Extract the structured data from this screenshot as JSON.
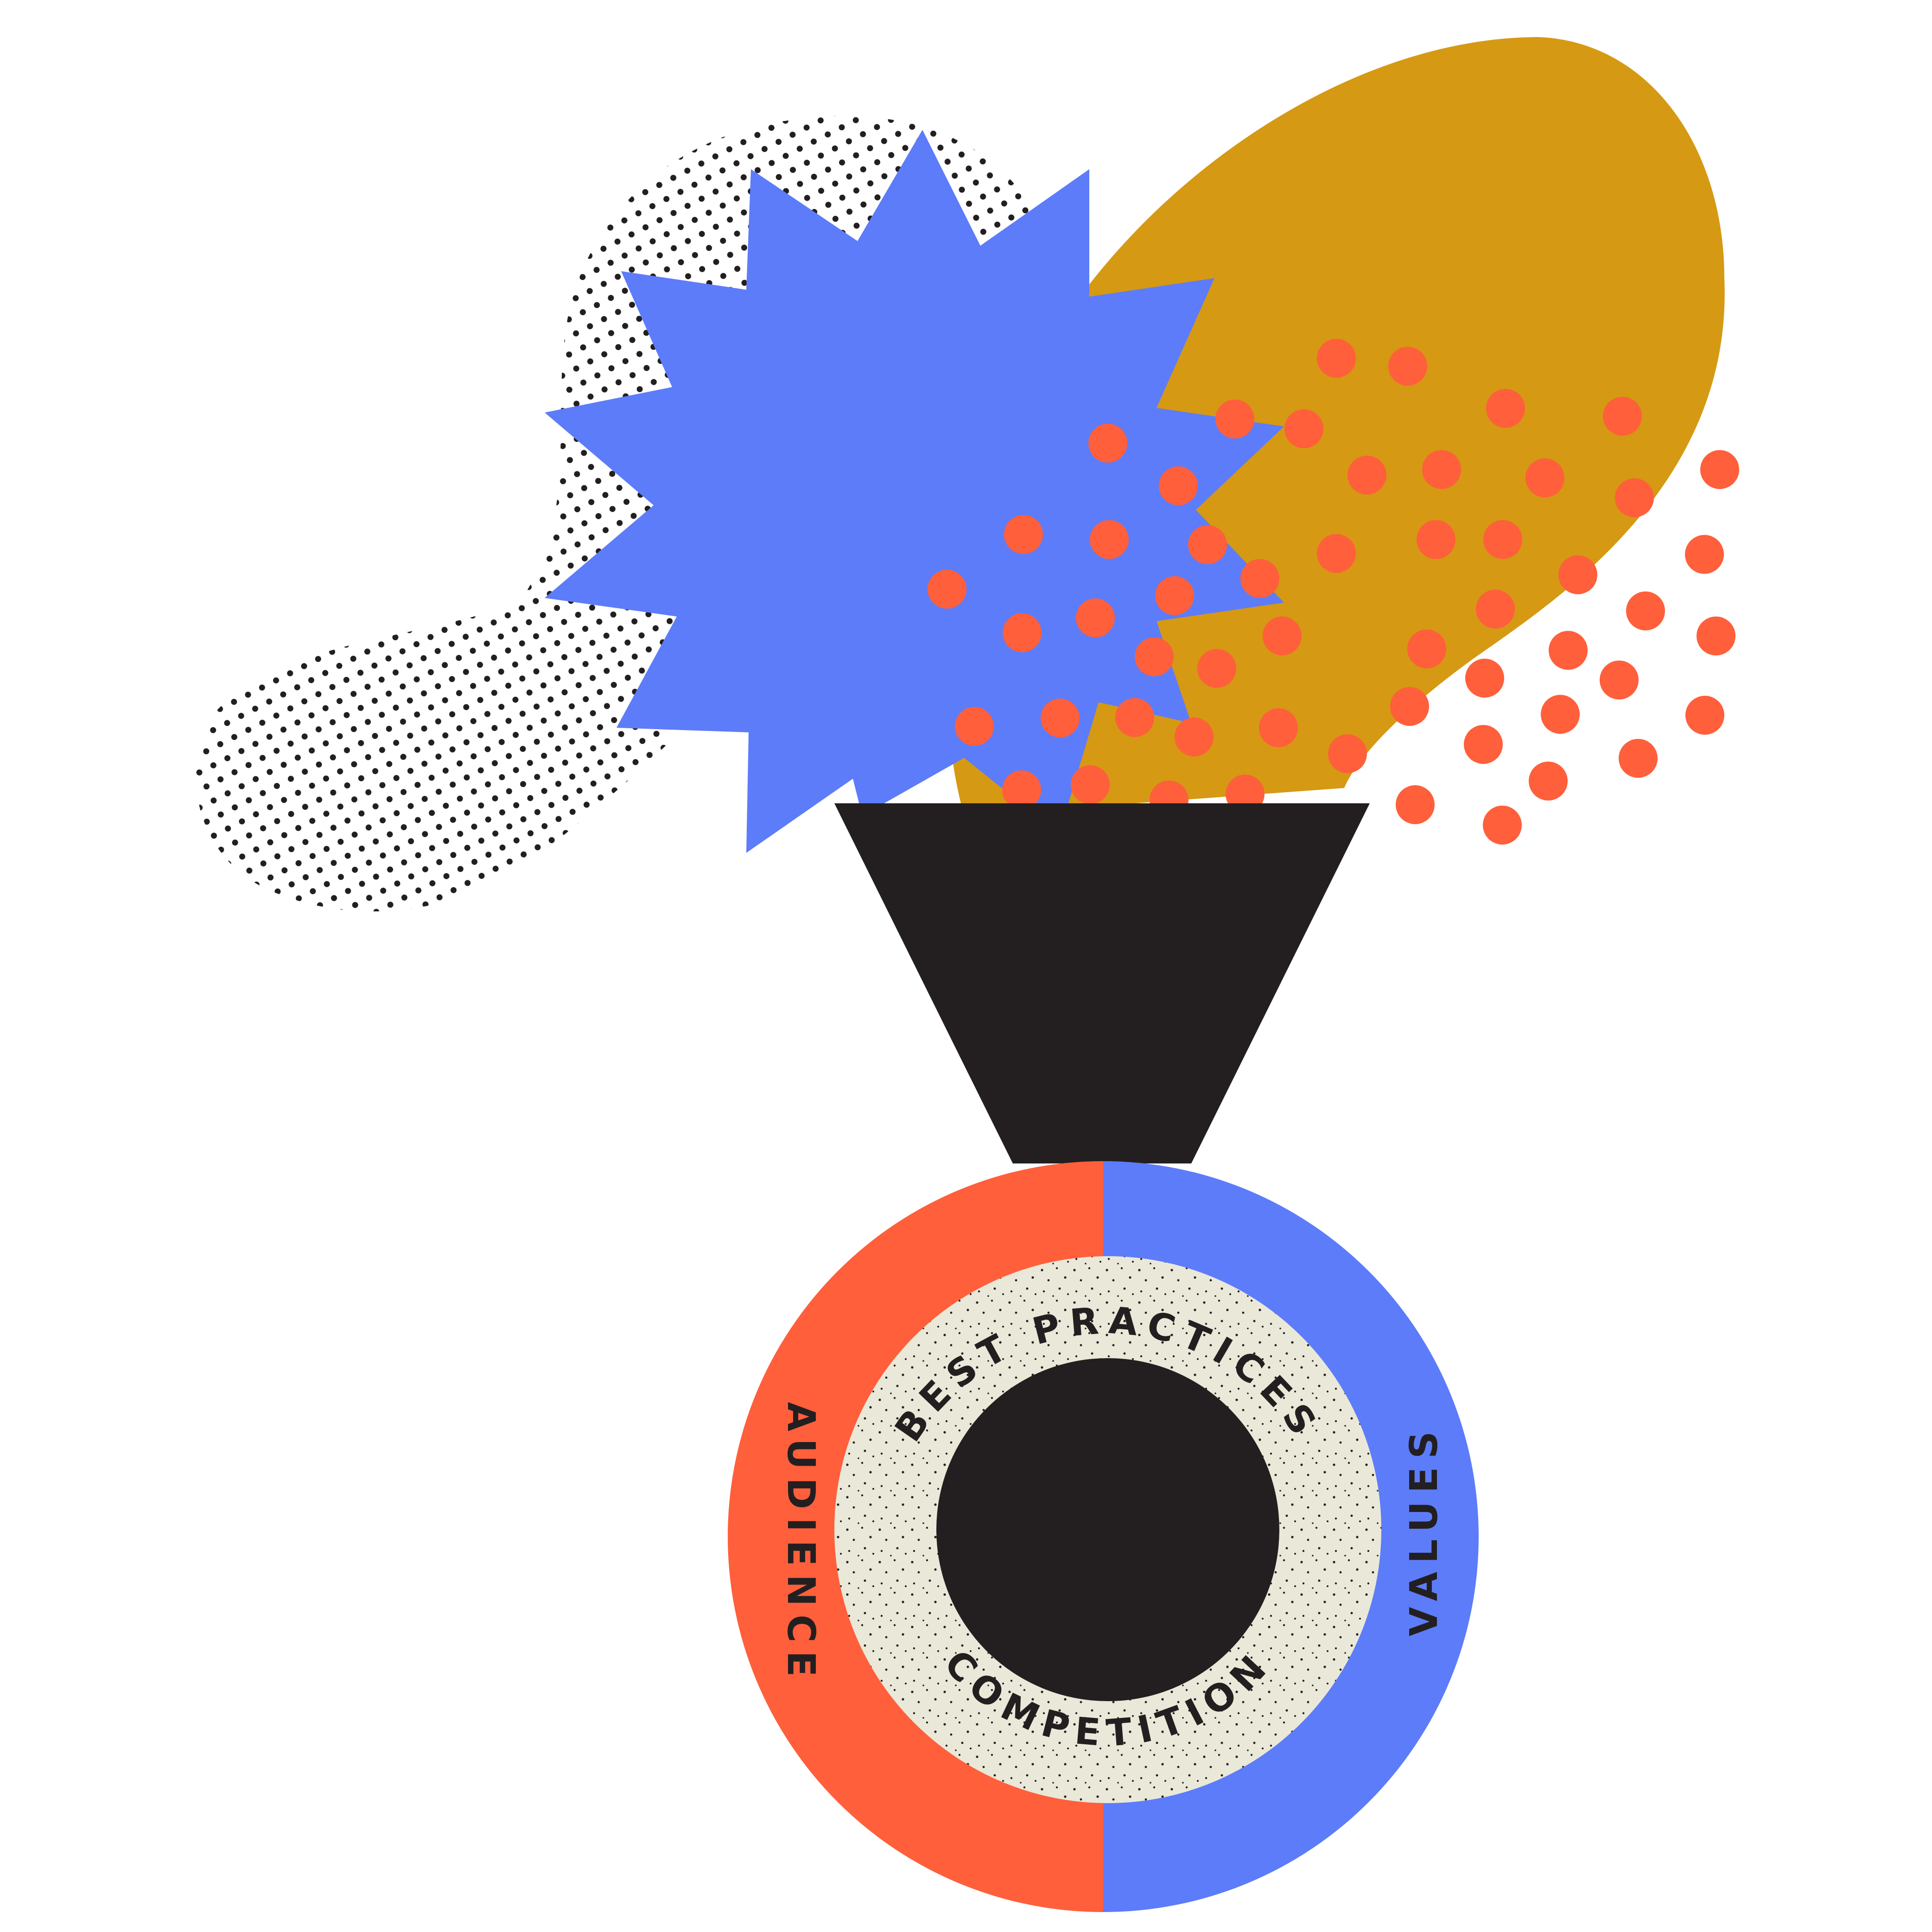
{
  "colors": {
    "background": "#ffffff",
    "blue": "#5d7cf9",
    "mustard": "#d59913",
    "coral": "#ff5f3b",
    "ink": "#231f20",
    "cream": "#eae8d8"
  },
  "diagram": {
    "top_shapes": [
      {
        "name": "stipple-blob",
        "fill": "black halftone dots"
      },
      {
        "name": "starburst",
        "color": "blue"
      },
      {
        "name": "oval",
        "color": "mustard"
      },
      {
        "name": "dot-cluster",
        "color": "coral"
      }
    ],
    "funnel": {
      "color": "ink"
    },
    "wheel": {
      "outer_ring": [
        {
          "label": "AUDIENCE",
          "color": "coral",
          "side": "left"
        },
        {
          "label": "VALUES",
          "color": "blue",
          "side": "right"
        }
      ],
      "middle_ring": {
        "color": "cream",
        "labels": [
          {
            "label": "BEST PRACTICES",
            "position": "top"
          },
          {
            "label": "COMPETITION",
            "position": "bottom"
          }
        ]
      },
      "core": {
        "color": "ink"
      }
    }
  }
}
